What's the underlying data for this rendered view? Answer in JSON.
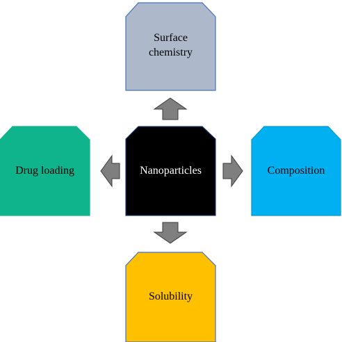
{
  "center": {
    "label": "Nanoparticles",
    "fill": "#000000",
    "text_color": "#ffffff"
  },
  "nodes": {
    "top": {
      "lines": [
        "Surface",
        "chemistry"
      ],
      "fill": "#adb9ca",
      "stroke": "#4472c4",
      "text_color": "#000000"
    },
    "left": {
      "label": "Drug loading",
      "fill": "#10b48c",
      "stroke": "#10b48c",
      "text_color": "#000000"
    },
    "right": {
      "label": "Composition",
      "fill": "#00b0f0",
      "stroke": "#0098d4",
      "text_color": "#000000"
    },
    "bottom": {
      "label": "Solubility",
      "fill": "#ffc000",
      "stroke": "#4472c4",
      "text_color": "#000000"
    }
  },
  "arrows": {
    "fill": "#7f7f7f",
    "stroke": "#3a3a3a"
  }
}
